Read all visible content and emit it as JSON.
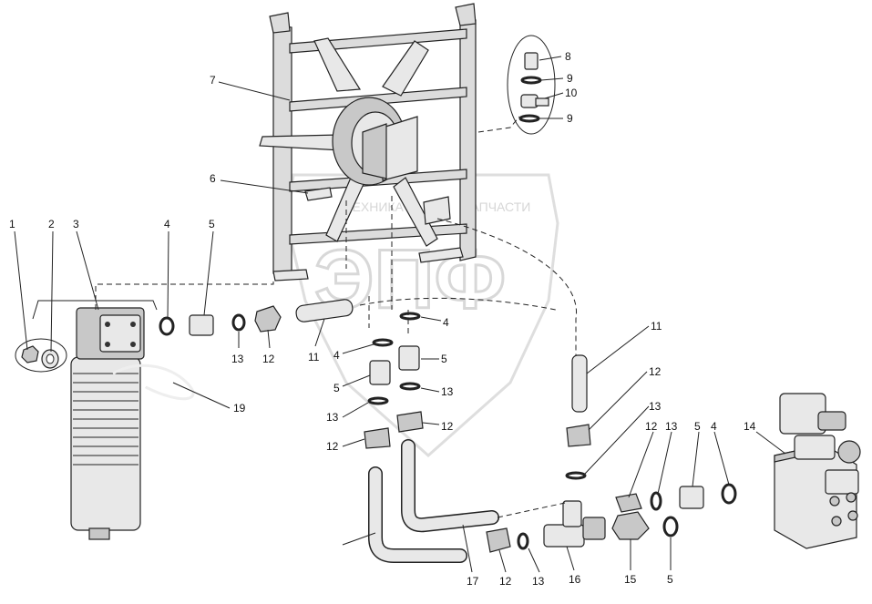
{
  "watermark": {
    "left_text": "ТЕХНИКА",
    "right_text": "ЗАПЧАСТИ",
    "logo_text": "ЭПФ"
  },
  "callouts": [
    {
      "id": "c1",
      "label": "1"
    },
    {
      "id": "c2",
      "label": "2"
    },
    {
      "id": "c3",
      "label": "3"
    },
    {
      "id": "c4a",
      "label": "4"
    },
    {
      "id": "c5a",
      "label": "5"
    },
    {
      "id": "c13a",
      "label": "13"
    },
    {
      "id": "c12a",
      "label": "12"
    },
    {
      "id": "c19",
      "label": "19"
    },
    {
      "id": "c7",
      "label": "7"
    },
    {
      "id": "c6",
      "label": "6"
    },
    {
      "id": "c8",
      "label": "8"
    },
    {
      "id": "c9a",
      "label": "9"
    },
    {
      "id": "c10",
      "label": "10"
    },
    {
      "id": "c9b",
      "label": "9"
    },
    {
      "id": "c11a",
      "label": "11"
    },
    {
      "id": "c4b",
      "label": "4"
    },
    {
      "id": "c4c",
      "label": "4"
    },
    {
      "id": "c5b",
      "label": "5"
    },
    {
      "id": "c5c",
      "label": "5"
    },
    {
      "id": "c13b",
      "label": "13"
    },
    {
      "id": "c13c",
      "label": "13"
    },
    {
      "id": "c12b",
      "label": "12"
    },
    {
      "id": "c12c",
      "label": "12"
    },
    {
      "id": "c11b",
      "label": "11"
    },
    {
      "id": "c12d",
      "label": "12"
    },
    {
      "id": "c13d",
      "label": "13"
    },
    {
      "id": "c12e",
      "label": "12"
    },
    {
      "id": "c13e",
      "label": "13"
    },
    {
      "id": "c5d",
      "label": "5"
    },
    {
      "id": "c4d",
      "label": "4"
    },
    {
      "id": "c14",
      "label": "14"
    },
    {
      "id": "c17",
      "label": "17"
    },
    {
      "id": "c12f",
      "label": "12"
    },
    {
      "id": "c13f",
      "label": "13"
    },
    {
      "id": "c16",
      "label": "16"
    },
    {
      "id": "c15",
      "label": "15"
    },
    {
      "id": "c5e",
      "label": "5"
    }
  ]
}
